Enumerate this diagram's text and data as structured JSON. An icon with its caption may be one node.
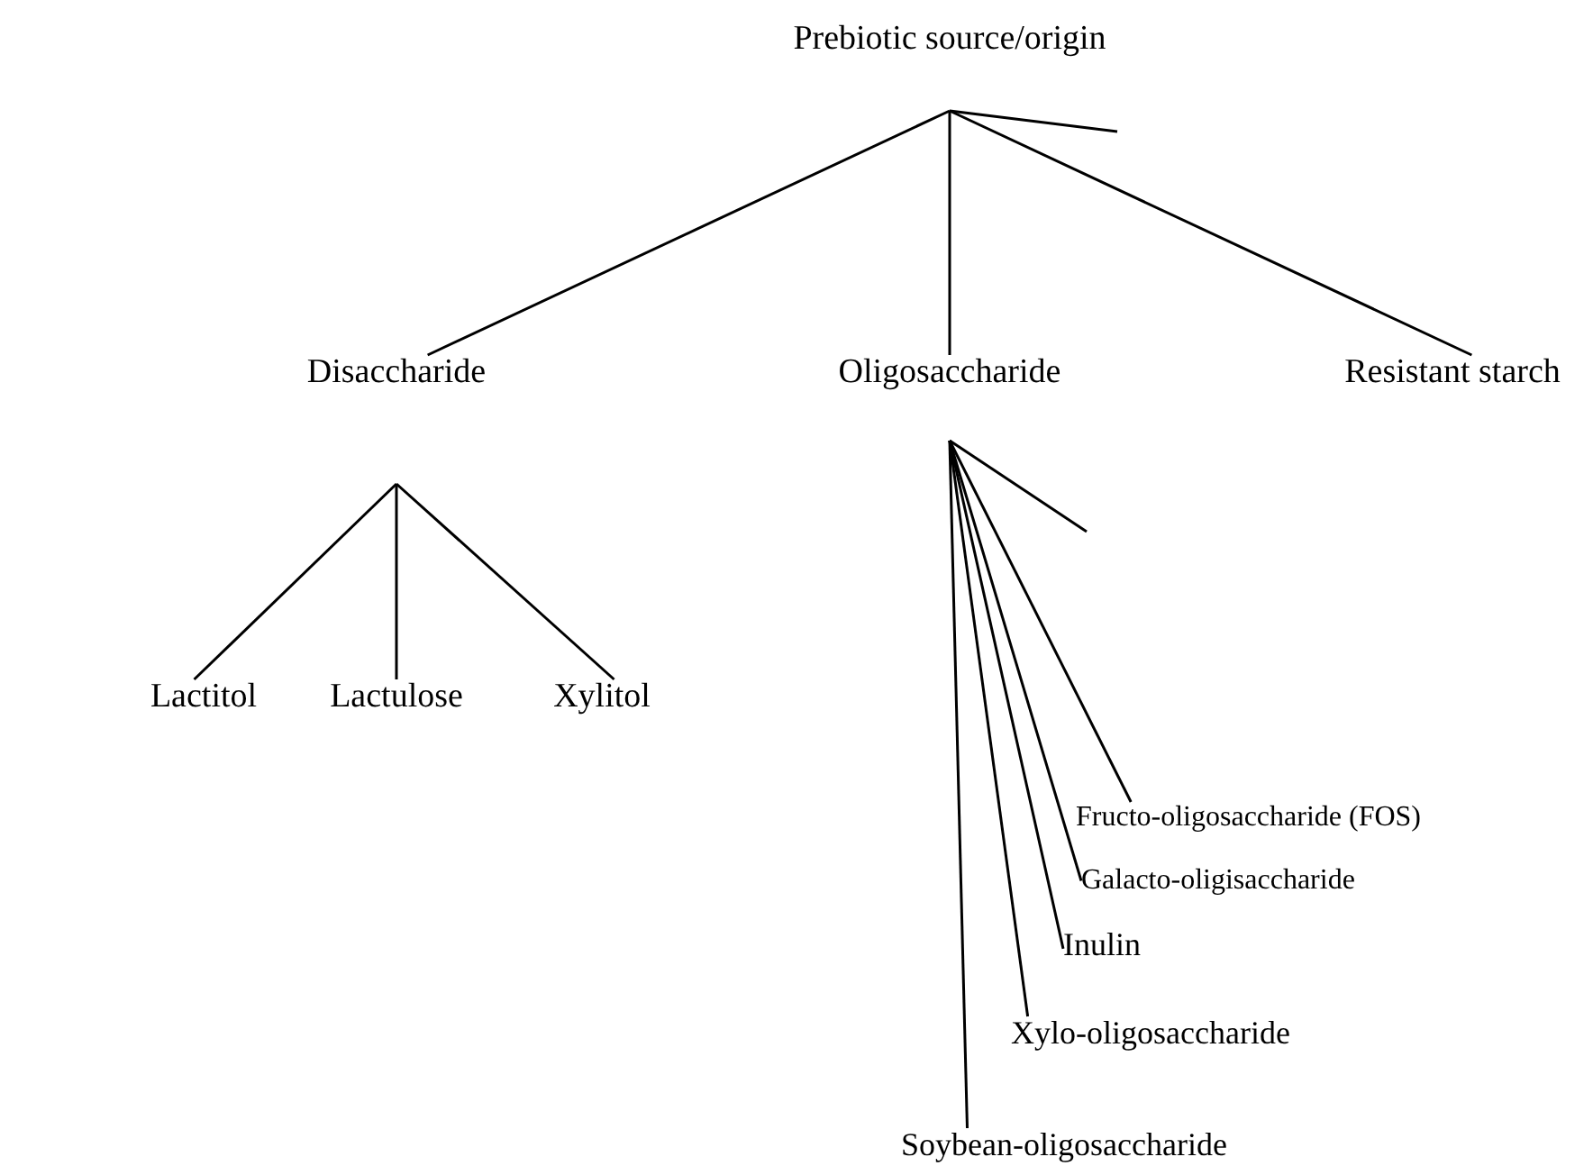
{
  "diagram": {
    "nodes": [
      {
        "text": [
          "Prebiotic source/origin"
        ]
      },
      {
        "text": [
          "Disaccharide"
        ]
      },
      {
        "text": [
          "Oligosaccharide"
        ]
      },
      {
        "text": [
          "Resistant starch"
        ]
      },
      {
        "text": [
          "Lactitol"
        ]
      },
      {
        "text": [
          "Lactulose"
        ]
      },
      {
        "text": [
          "Xylitol"
        ]
      },
      {
        "text": [
          "Fructo-oligosaccharide (FOS)"
        ]
      },
      {
        "text": [
          "Galacto-oligisaccharide"
        ]
      },
      {
        "text": [
          "Inulin"
        ]
      },
      {
        "text": [
          "Xylo-oligosaccharide"
        ]
      },
      {
        "text": [
          "Soybean-oligosaccharide"
        ]
      }
    ],
    "edges": [
      {
        "from": 0,
        "to": 1,
        "arrow": "none"
      },
      {
        "from": 0,
        "to": 2,
        "arrow": "none"
      },
      {
        "from": 0,
        "to": 3,
        "arrow": "none"
      },
      {
        "from": 0,
        "to": null,
        "arrow": "none"
      },
      {
        "from": 1,
        "to": 4,
        "arrow": "none"
      },
      {
        "from": 1,
        "to": 5,
        "arrow": "none"
      },
      {
        "from": 1,
        "to": 6,
        "arrow": "none"
      },
      {
        "from": 2,
        "to": null,
        "arrow": "none"
      },
      {
        "from": 2,
        "to": 7,
        "arrow": "none"
      },
      {
        "from": 2,
        "to": 8,
        "arrow": "none"
      },
      {
        "from": 2,
        "to": 9,
        "arrow": "none"
      },
      {
        "from": 2,
        "to": 10,
        "arrow": "none"
      },
      {
        "from": 2,
        "to": 11,
        "arrow": "none"
      }
    ]
  }
}
